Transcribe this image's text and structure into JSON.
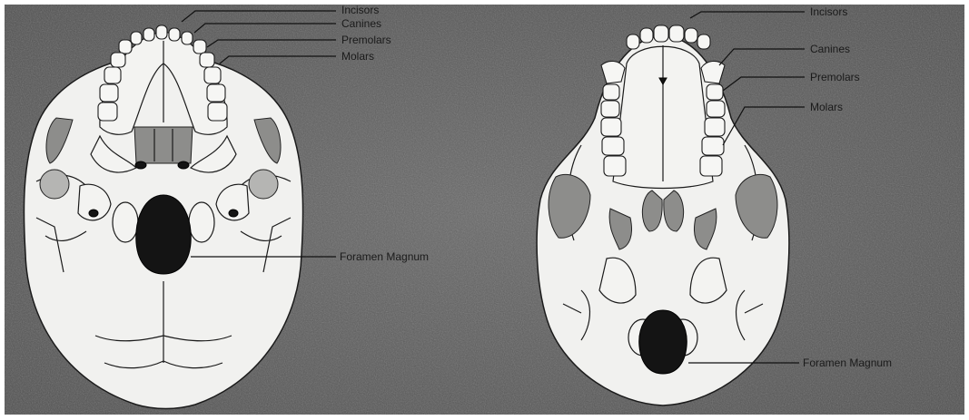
{
  "left_skull": {
    "labels": {
      "incisors": "Incisors",
      "canines": "Canines",
      "premolars": "Premolars",
      "molars": "Molars",
      "foramen_magnum": "Foramen Magnum"
    }
  },
  "right_skull": {
    "labels": {
      "incisors": "Incisors",
      "canines": "Canines",
      "premolars": "Premolars",
      "molars": "Molars",
      "foramen_magnum": "Foramen Magnum"
    }
  },
  "colors": {
    "background": "#585858",
    "bone": "#f1f1ef",
    "foramen": "#141414",
    "shading": "#8d8d8b"
  }
}
